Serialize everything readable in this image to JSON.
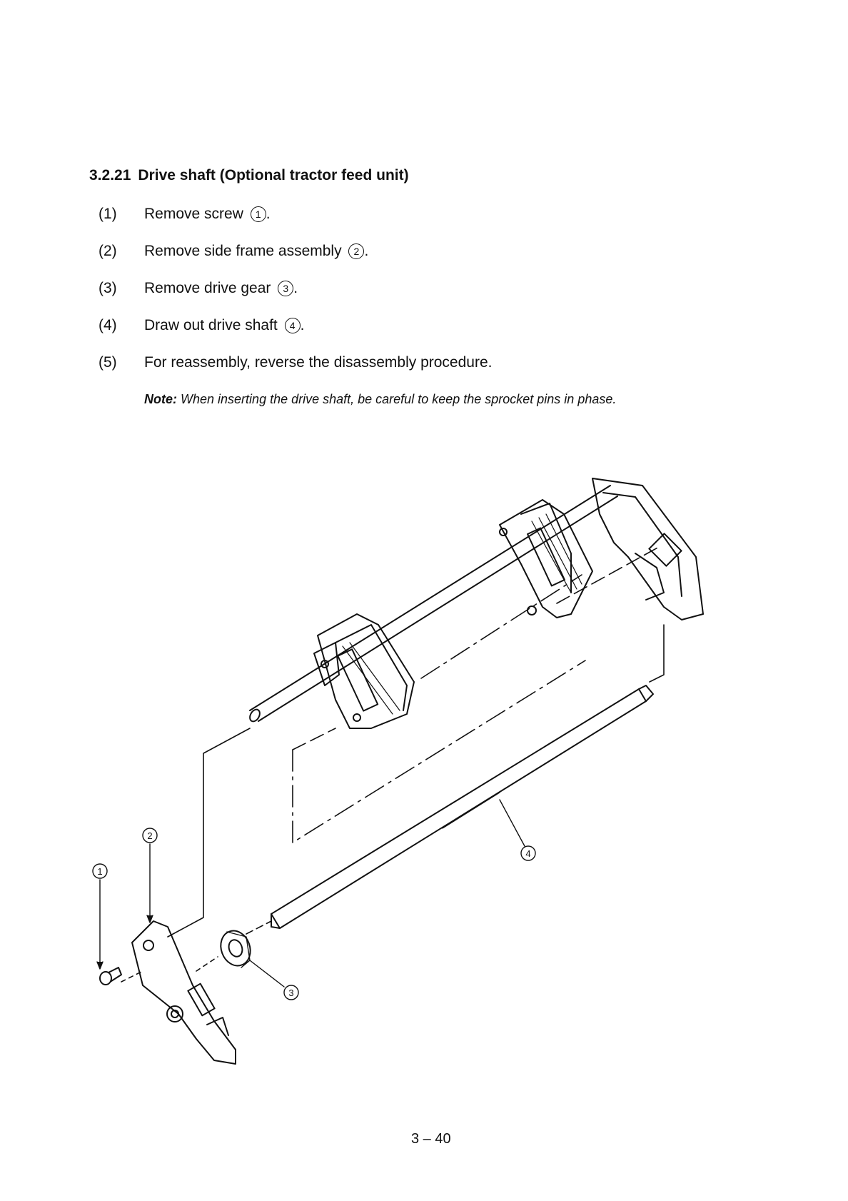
{
  "section": {
    "number": "3.2.21",
    "title": "Drive shaft (Optional tractor feed unit)"
  },
  "steps": [
    {
      "num": "(1)",
      "text": "Remove screw",
      "ref": "1",
      "tail": "."
    },
    {
      "num": "(2)",
      "text": "Remove side frame assembly",
      "ref": "2",
      "tail": "."
    },
    {
      "num": "(3)",
      "text": "Remove drive gear",
      "ref": "3",
      "tail": "."
    },
    {
      "num": "(4)",
      "text": "Draw out drive shaft",
      "ref": "4",
      "tail": "."
    },
    {
      "num": "(5)",
      "text": "For reassembly, reverse the disassembly procedure.",
      "ref": "",
      "tail": ""
    }
  ],
  "note": {
    "label": "Note:",
    "text": "When inserting the drive shaft, be careful to keep the sprocket pins in phase."
  },
  "callouts": [
    "1",
    "2",
    "3",
    "4"
  ],
  "page_number": "3 – 40"
}
